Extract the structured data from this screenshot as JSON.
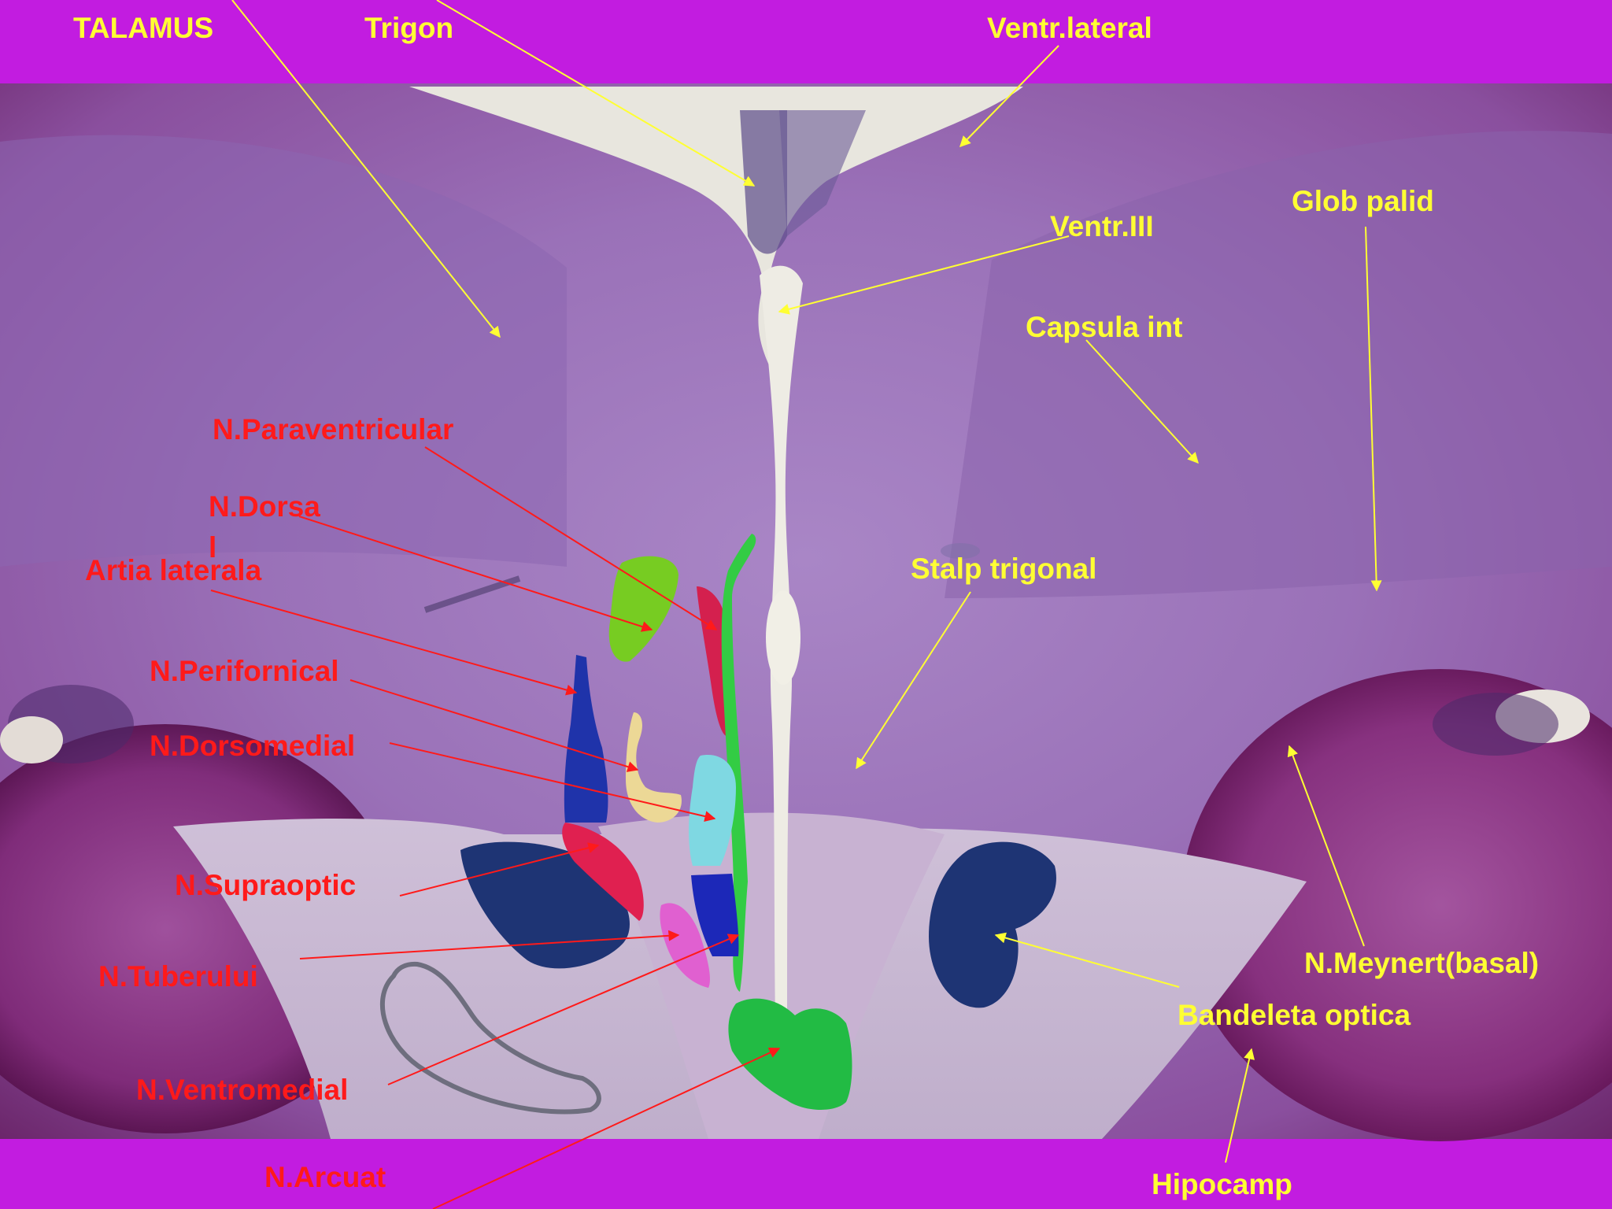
{
  "colors": {
    "band": "#c21ce0",
    "label_yellow": "#ffff33",
    "label_red": "#ff1a1a"
  },
  "labels": {
    "talamus": "TALAMUS",
    "trigon": "Trigon",
    "ventr_lateral": "Ventr.lateral",
    "ventr_iii": "Ventr.III",
    "glob_palid": "Glob palid",
    "capsula_int": "Capsula int",
    "stalp_trigonal": "Stalp trigonal",
    "n_meynert": "N.Meynert(basal)",
    "bandeleta_optica": "Bandeleta optica",
    "hipocamp": "Hipocamp",
    "n_paraventricular": "N.Paraventricular",
    "n_dorsal_a": "N.Dorsa",
    "n_dorsal_b": "l",
    "artia_laterala": "Artia laterala",
    "n_perifornical": "N.Perifornical",
    "n_dorsomedial": "N.Dorsomedial",
    "n_supraoptic": "N.Supraoptic",
    "n_tuberului": "N.Tuberului",
    "n_ventromedial": "N.Ventromedial",
    "n_arcuat": "N.Arcuat"
  }
}
